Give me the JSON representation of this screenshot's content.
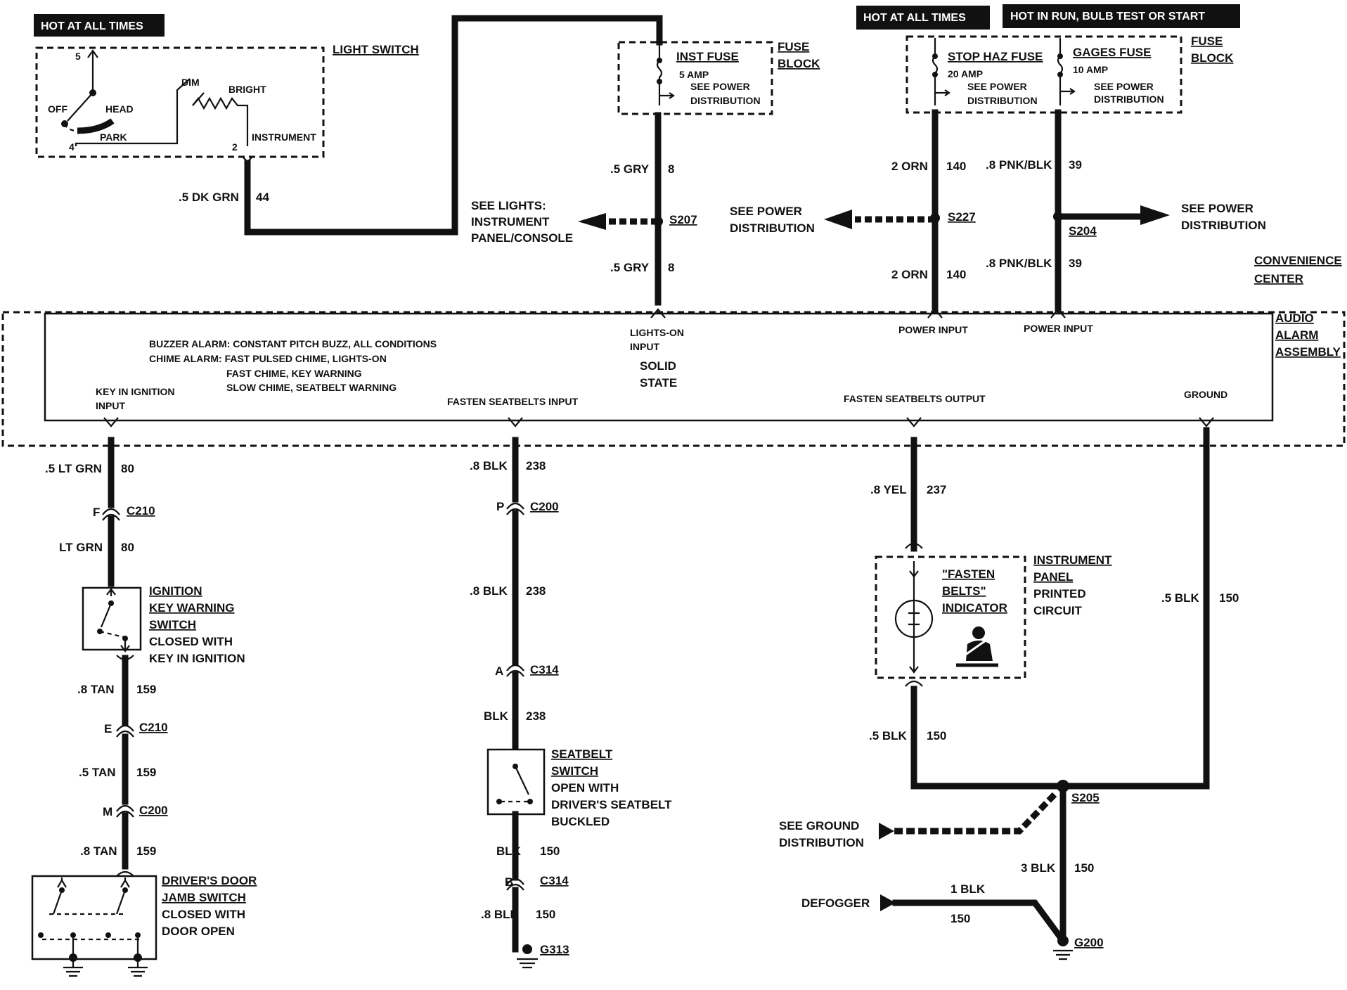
{
  "badges": {
    "hot_left": "HOT AT ALL TIMES",
    "hot_right": "HOT AT ALL TIMES",
    "hot_run": "HOT IN RUN, BULB TEST OR START"
  },
  "light_switch": {
    "title": "LIGHT SWITCH",
    "pin5": "5",
    "pin4": "4",
    "pin2": "2",
    "off": "OFF",
    "head": "HEAD",
    "park": "PARK",
    "dim": "DIM",
    "bright": "BRIGHT",
    "instrument": "INSTRUMENT"
  },
  "fuse_block_left": {
    "title1": "FUSE",
    "title2": "BLOCK",
    "fuse_name": "INST FUSE",
    "rating": "5 AMP",
    "note1": "SEE POWER",
    "note2": "DISTRIBUTION"
  },
  "fuse_block_right": {
    "title1": "FUSE",
    "title2": "BLOCK",
    "fuse1_name": "STOP HAZ FUSE",
    "fuse1_rating": "20 AMP",
    "fuse2_name": "GAGES FUSE",
    "fuse2_rating": "10 AMP",
    "note1": "SEE POWER",
    "note2": "DISTRIBUTION"
  },
  "wires": {
    "dkgrn": ".5 DK GRN",
    "dkgrn_num": "44",
    "gry_top": ".5 GRY",
    "gry_top_num": "8",
    "gry_bot": ".5 GRY",
    "gry_bot_num": "8",
    "orn_top": "2 ORN",
    "orn_top_num": "140",
    "orn_bot": "2 ORN",
    "orn_bot_num": "140",
    "pnk_top": ".8 PNK/BLK",
    "pnk_top_num": "39",
    "pnk_bot": ".8 PNK/BLK",
    "pnk_bot_num": "39",
    "ltgrn1": ".5 LT GRN",
    "ltgrn1_num": "80",
    "ltgrn2": "LT GRN",
    "ltgrn2_num": "80",
    "tan1": ".8 TAN",
    "tan1_num": "159",
    "tan2": ".5 TAN",
    "tan2_num": "159",
    "tan3": ".8 TAN",
    "tan3_num": "159",
    "blk1": ".8 BLK",
    "blk1_num": "238",
    "blk2": ".8 BLK",
    "blk2_num": "238",
    "blk3": "BLK",
    "blk3_num": "238",
    "blk4": "BLK",
    "blk4_num": "150",
    "blk5": ".8 BLK",
    "blk5_num": "150",
    "yel": ".8 YEL",
    "yel_num": "237",
    "blk6": ".5 BLK",
    "blk6_num": "150",
    "blk7": ".5 BLK",
    "blk7_num": "150",
    "blk8": "3 BLK",
    "blk8_num": "150",
    "blk9": "1 BLK",
    "blk9_num": "150"
  },
  "splices": {
    "s207": "S207",
    "s227": "S227",
    "s204": "S204",
    "s205": "S205"
  },
  "refs": {
    "lights_1": "SEE LIGHTS:",
    "lights_2": "INSTRUMENT",
    "lights_3": "PANEL/CONSOLE",
    "pwr_left_1": "SEE POWER",
    "pwr_left_2": "DISTRIBUTION",
    "pwr_right_1": "SEE POWER",
    "pwr_right_2": "DISTRIBUTION",
    "gnd_1": "SEE GROUND",
    "gnd_2": "DISTRIBUTION",
    "defogger": "DEFOGGER"
  },
  "conv_center": {
    "line1": "CONVENIENCE",
    "line2": "CENTER"
  },
  "alarm": {
    "title1": "AUDIO",
    "title2": "ALARM",
    "title3": "ASSEMBLY",
    "buzzer": "BUZZER ALARM: CONSTANT PITCH BUZZ, ALL CONDITIONS",
    "chime": "CHIME ALARM: FAST PULSED CHIME, LIGHTS-ON",
    "fast": "FAST CHIME, KEY WARNING",
    "slow": "SLOW CHIME, SEATBELT WARNING",
    "lights_on_1": "LIGHTS-ON",
    "lights_on_2": "INPUT",
    "solid_1": "SOLID",
    "solid_2": "STATE",
    "power1": "POWER INPUT",
    "power2": "POWER INPUT",
    "key_1": "KEY IN IGNITION",
    "key_2": "INPUT",
    "fasten_in": "FASTEN SEATBELTS INPUT",
    "fasten_out": "FASTEN SEATBELTS OUTPUT",
    "ground": "GROUND"
  },
  "connectors": {
    "c210a_pin": "F",
    "c210a": "C210",
    "c210b_pin": "E",
    "c210b": "C210",
    "c200a_pin": "M",
    "c200a": "C200",
    "c200b_pin": "P",
    "c200b": "C200",
    "c314a_pin": "A",
    "c314a": "C314",
    "c314b_pin": "B",
    "c314b": "C314"
  },
  "ignition_switch": {
    "l1": "IGNITION",
    "l2": "KEY WARNING",
    "l3": "SWITCH",
    "l4": "CLOSED WITH",
    "l5": "KEY IN IGNITION"
  },
  "door_switch": {
    "l1": "DRIVER'S DOOR",
    "l2": "JAMB SWITCH",
    "l3": "CLOSED WITH",
    "l4": "DOOR OPEN"
  },
  "seatbelt_switch": {
    "l1": "SEATBELT",
    "l2": "SWITCH",
    "l3": "OPEN WITH",
    "l4": "DRIVER'S SEATBELT",
    "l5": "BUCKLED"
  },
  "indicator": {
    "l1": "\"FASTEN",
    "l2": "BELTS\"",
    "l3": "INDICATOR",
    "panel1": "INSTRUMENT",
    "panel2": "PANEL",
    "panel3": "PRINTED",
    "panel4": "CIRCUIT"
  },
  "grounds": {
    "g313": "G313",
    "g200": "G200"
  }
}
